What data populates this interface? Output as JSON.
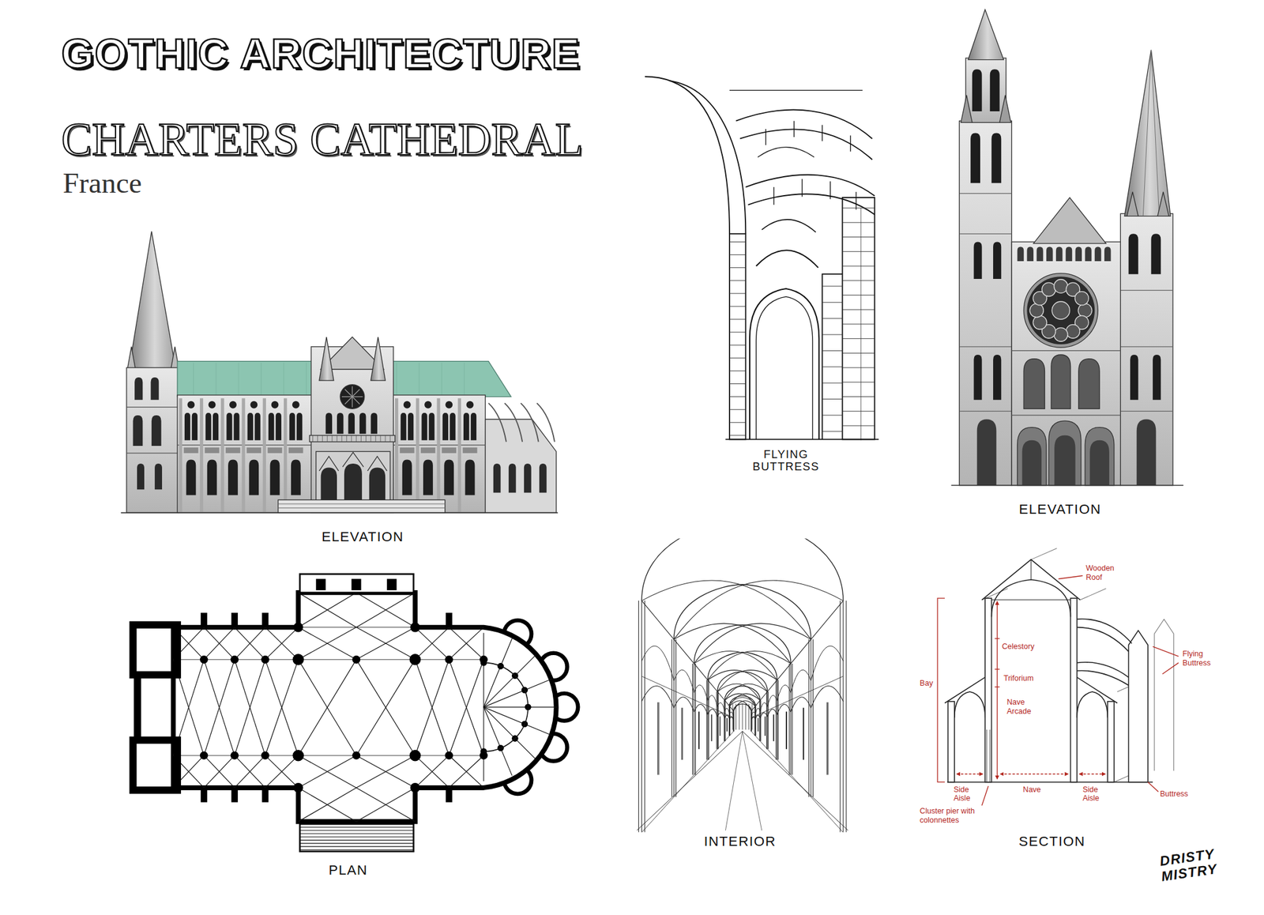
{
  "diagram": {
    "title": "GOTHIC ARCHITECTURE",
    "labels": [
      "CHARTERS CATHEDRAL",
      "France",
      "FLYING BUTTRESS",
      "ELEVATION",
      "ELEVATION",
      "PLAN",
      "INTERIOR",
      "Wooden Roof",
      "Celestory",
      "Flying Buttress",
      "Bay",
      "Triforium",
      "Nave Arcade",
      "Side Aisle",
      "Nave",
      "Side Aisle",
      "Buttress",
      "Cluster pier with colonnettes",
      "SECTION",
      "DRISTY MISTRY"
    ]
  }
}
